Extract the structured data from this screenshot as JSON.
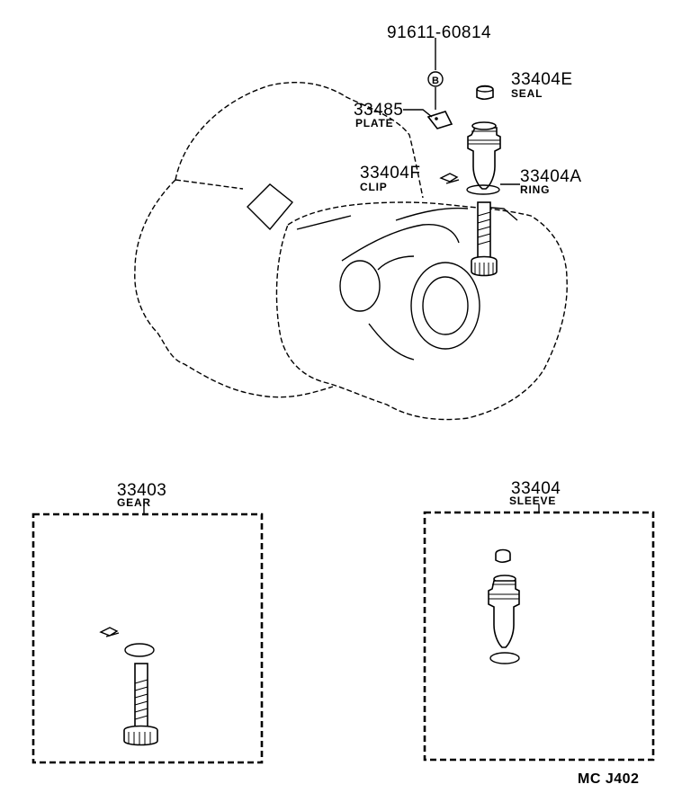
{
  "figure_code": "MC J402",
  "bolt": {
    "part_number": "91611-60814",
    "badge": "B"
  },
  "callouts": {
    "seal": {
      "part_number": "33404E",
      "name": "SEAL"
    },
    "plate": {
      "part_number": "33485",
      "name": "PLATE"
    },
    "clip": {
      "part_number": "33404F",
      "name": "CLIP"
    },
    "ring": {
      "part_number": "33404A",
      "name": "RING"
    }
  },
  "assemblies": {
    "gear": {
      "part_number": "33403",
      "name": "GEAR"
    },
    "sleeve": {
      "part_number": "33404",
      "name": "SLEEVE"
    }
  }
}
